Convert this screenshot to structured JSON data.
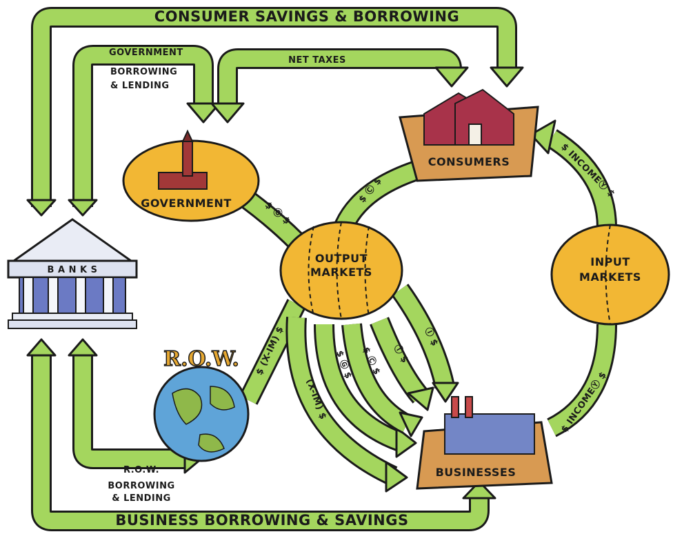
{
  "title": "",
  "flows": {
    "consumer_savings": "CONSUMER SAVINGS & BORROWING",
    "government_borrowing_l1": "GOVERNMENT",
    "government_borrowing_l2": "BORROWING",
    "government_borrowing_l3": "& LENDING",
    "net_taxes": "NET TAXES",
    "row_borrowing_l1": "R.O.W.",
    "row_borrowing_l2": "BORROWING",
    "row_borrowing_l3": "& LENDING",
    "business_borrowing": "BUSINESS BORROWING & SAVINGS"
  },
  "nodes": {
    "government": "GOVERNMENT",
    "consumers": "CONSUMERS",
    "banks": "B A N K S",
    "row": "R.O.W.",
    "businesses": "BUSINESSES",
    "output_markets_l1": "OUTPUT",
    "output_markets_l2": "MARKETS",
    "input_markets_l1": "INPUT",
    "input_markets_l2": "MARKETS"
  },
  "arrow_labels": {
    "gov_spending": "$ Ⓖ $",
    "consumer_spending": "$ Ⓒ $",
    "net_exports": "$ (X-IM) $",
    "income_top": "$ INCOMEⓎ $",
    "income_bottom": "$ INCOMEⓎ $",
    "out_row": "(X-IM) $",
    "out_gov": "$ Ⓖ $",
    "out_cons": "$ Ⓒ $",
    "out_inv1": "Ⓘ $",
    "out_inv2": "Ⓘ $"
  },
  "colors": {
    "arrow_green": "#a4d65e",
    "market_gold": "#f2b734",
    "outline": "#1a1a1a"
  }
}
